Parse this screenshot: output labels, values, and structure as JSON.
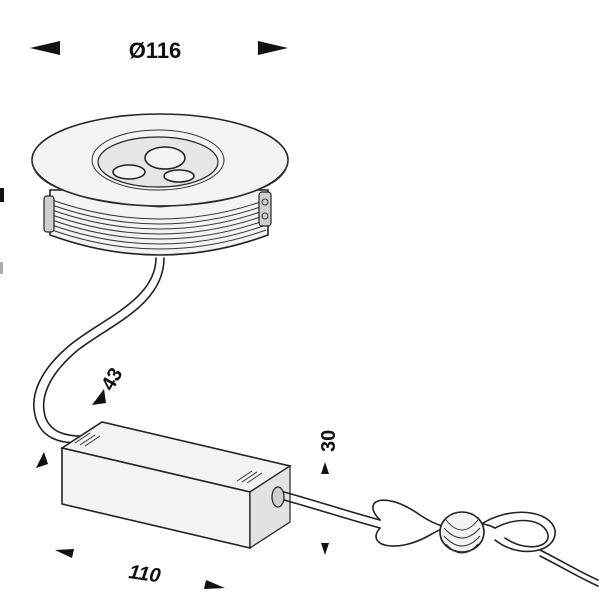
{
  "dimensions": {
    "diameter": "Ø116",
    "driver_height": "43",
    "cable_dim": "30",
    "driver_length": "110"
  }
}
